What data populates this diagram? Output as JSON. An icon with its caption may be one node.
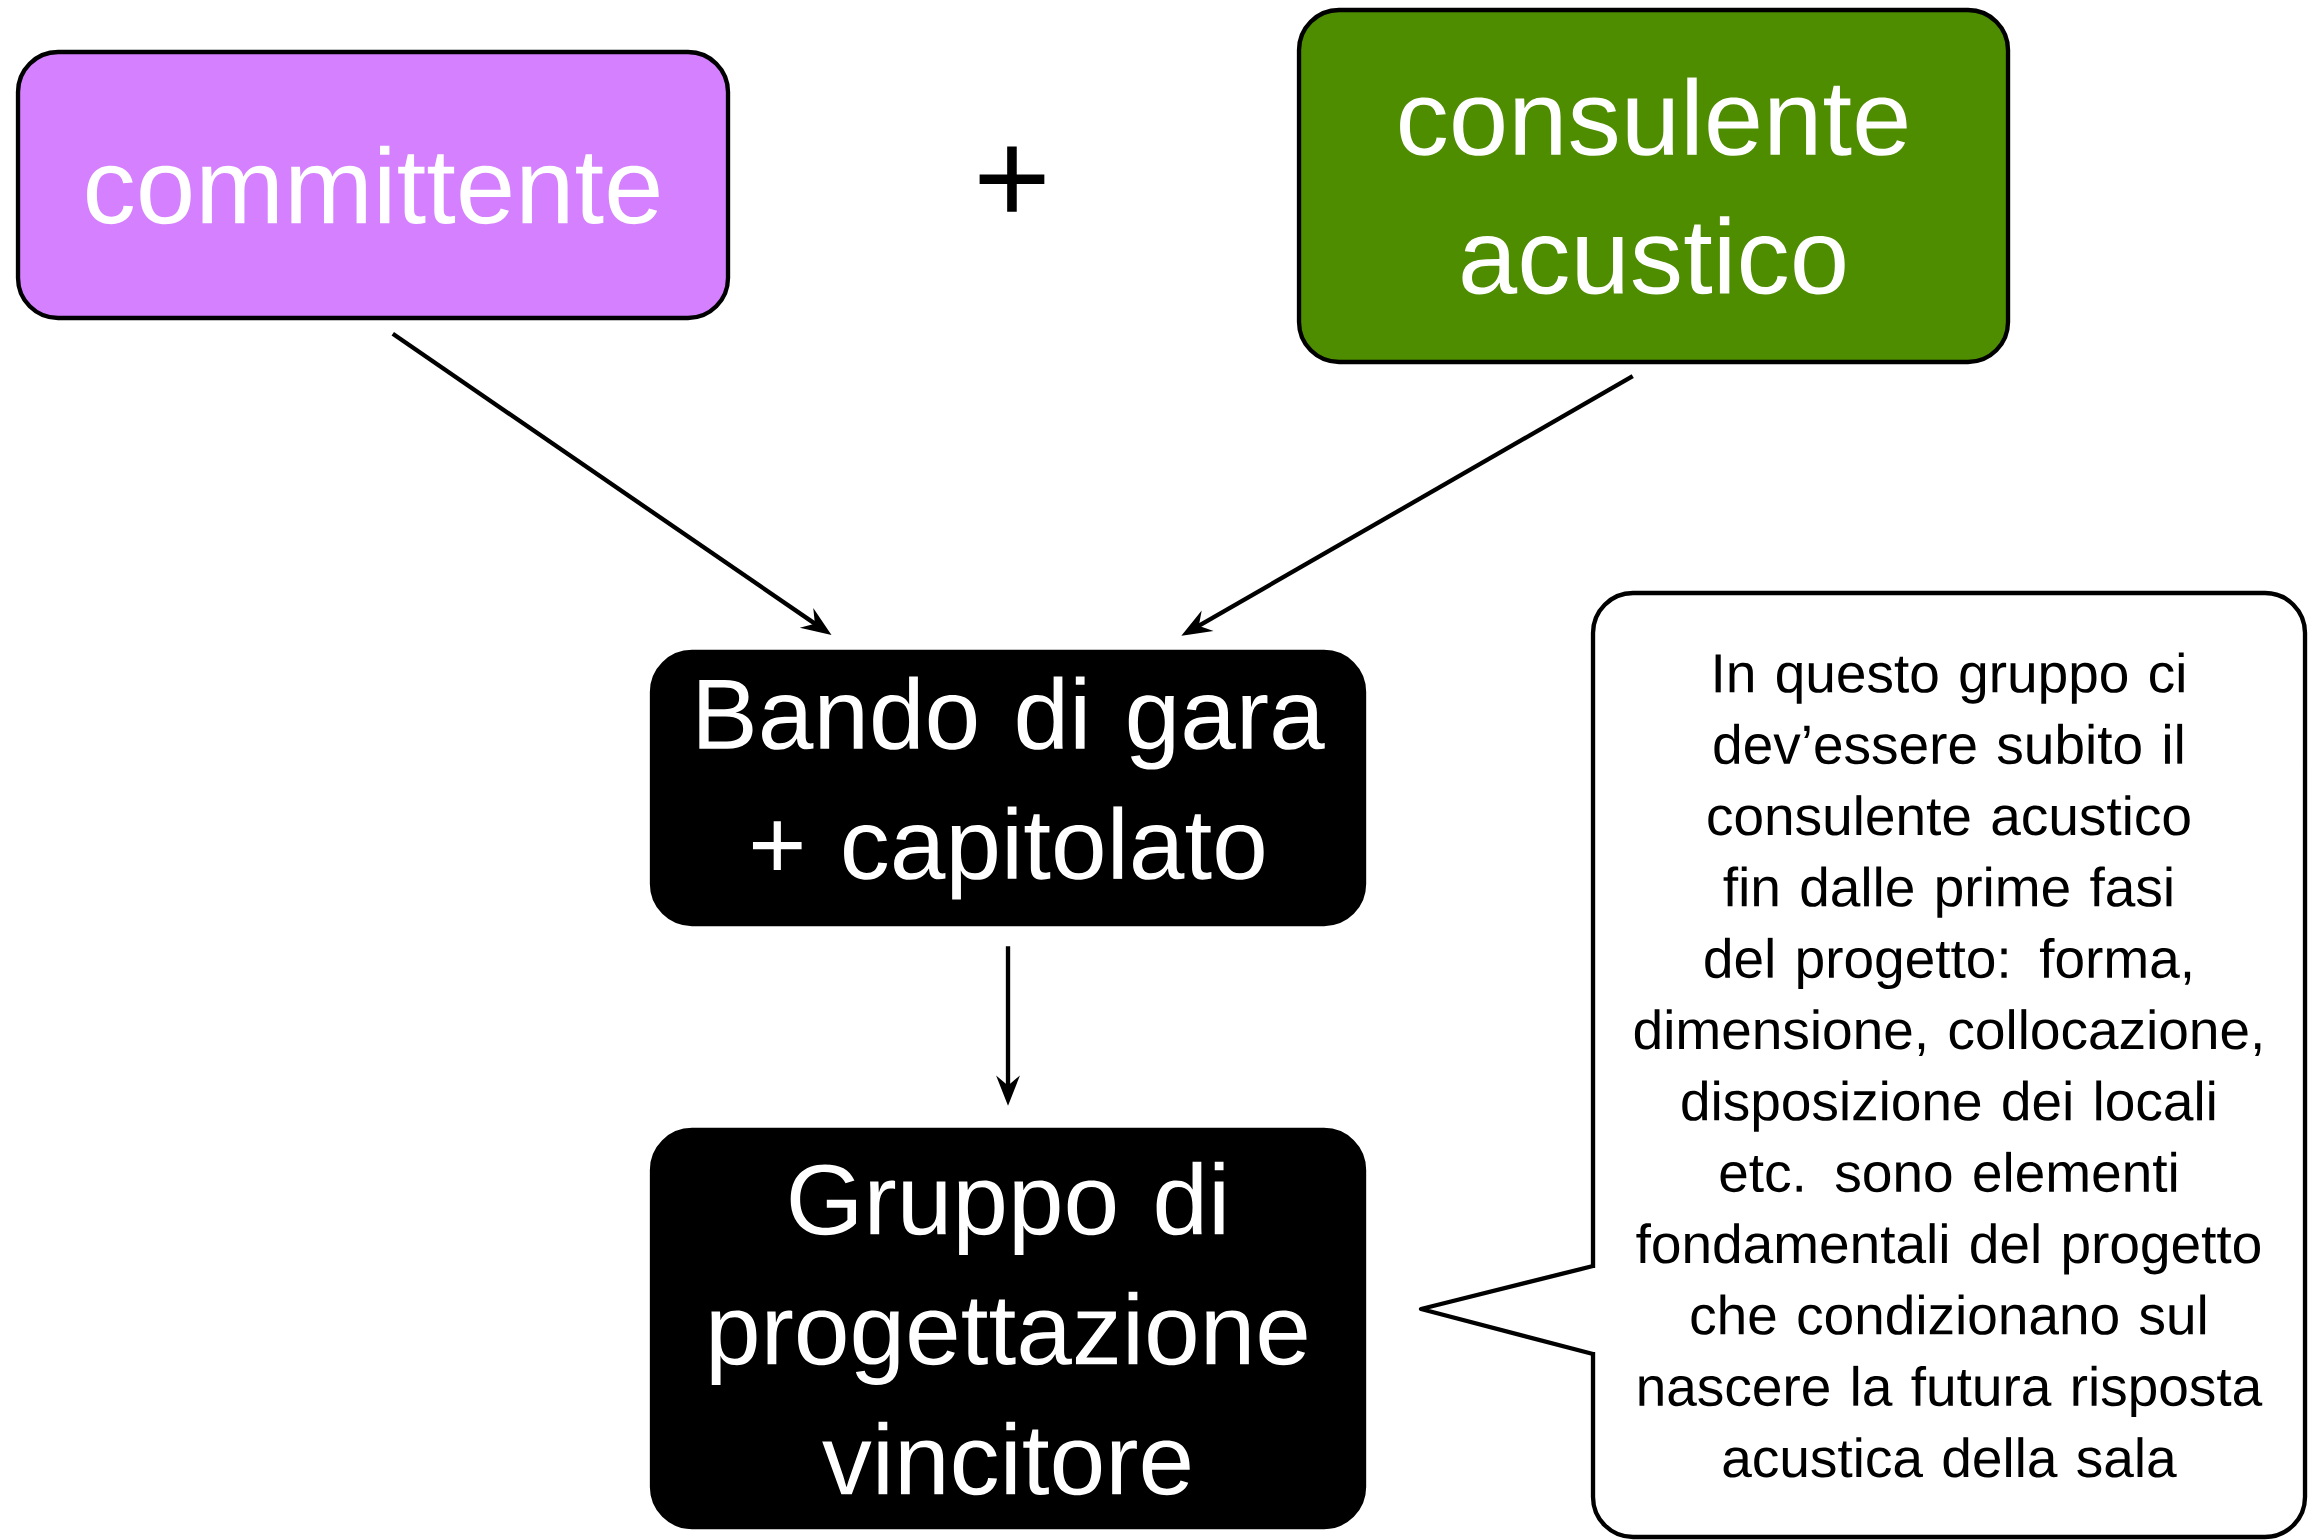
{
  "diagram": {
    "nodes": [
      {
        "text": [
          "committente"
        ]
      },
      {
        "text": [
          "consulente acustico"
        ]
      },
      {
        "text": [
          "Bando di gara + capitolato"
        ]
      },
      {
        "text": [
          "Gruppo di progettazione vincitore"
        ]
      },
      {
        "text": [
          "In questo gruppo ci dev’essere subito il consulente acustico fin dalle prime fasi del progetto: forma, dimensione, collocazione, disposizione dei locali etc. sono elementi fondamentali del progetto che condizionano sul nascere la futura risposta acustica della sala"
        ]
      }
    ],
    "edges": [
      {
        "from": 0,
        "to": 2,
        "arrow": "to"
      },
      {
        "from": 1,
        "to": 2,
        "arrow": "to"
      },
      {
        "from": 2,
        "to": 3,
        "arrow": "to"
      }
    ],
    "labels": [
      "+"
    ]
  }
}
